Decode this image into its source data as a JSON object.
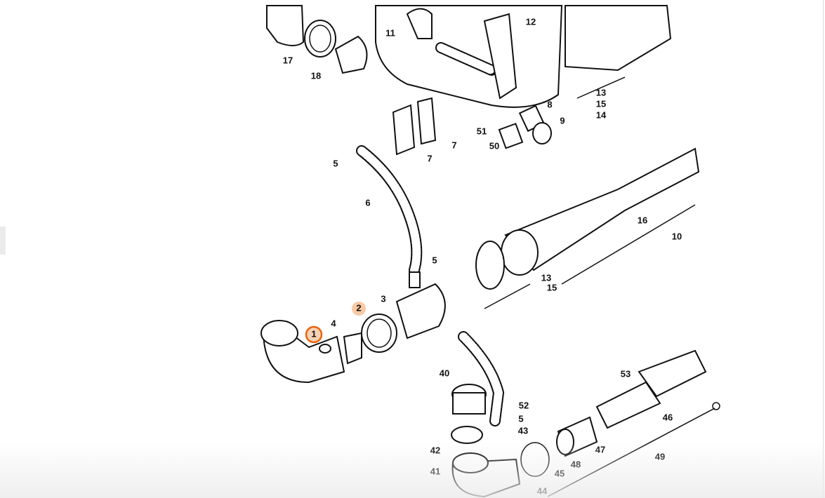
{
  "diagram": {
    "labels": [
      "11",
      "12",
      "17",
      "18",
      "13",
      "15",
      "14",
      "8",
      "9",
      "51",
      "50",
      "7",
      "7",
      "5",
      "6",
      "16",
      "10",
      "5",
      "13",
      "15",
      "3",
      "2",
      "4",
      "1",
      "40",
      "53",
      "52",
      "5",
      "43",
      "46",
      "42",
      "47",
      "48",
      "49",
      "41",
      "45",
      "44"
    ],
    "highlight_colors": {
      "selected": "#e8640c",
      "hover": "#f7c9a5",
      "label_fill": "#f7d2b4"
    }
  }
}
